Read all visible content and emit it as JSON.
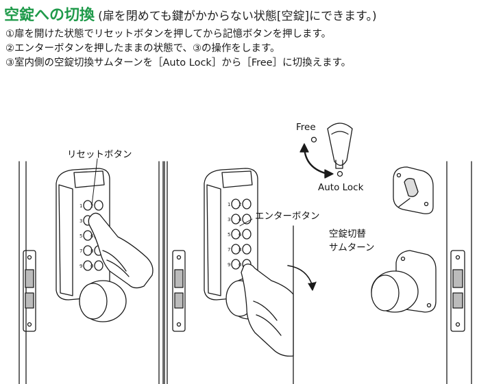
{
  "header": {
    "title": "空錠への切換",
    "subtitle": "(扉を閉めても鍵がかからない状態[空錠]にできます。)"
  },
  "steps": [
    "①扉を開けた状態でリセットボタンを押してから記憶ボタンを押します。",
    "②エンターボタンを押したままの状態で、③の操作をします。",
    "③室内側の空錠切換サムターンを［Auto Lock］から［Free］に切換えます。"
  ],
  "labels": {
    "reset_button": "リセットボタン",
    "enter_button": "エンターボタン",
    "free": "Free",
    "auto_lock": "Auto Lock",
    "thumb_turn_line1": "空錠切替",
    "thumb_turn_line2": "サムターン"
  },
  "keypad_numbers": [
    "1",
    "2",
    "3",
    "4",
    "5",
    "6",
    "7",
    "8",
    "9",
    "0"
  ],
  "colors": {
    "title": "#1f9a4a",
    "line": "#1a1a1a"
  }
}
